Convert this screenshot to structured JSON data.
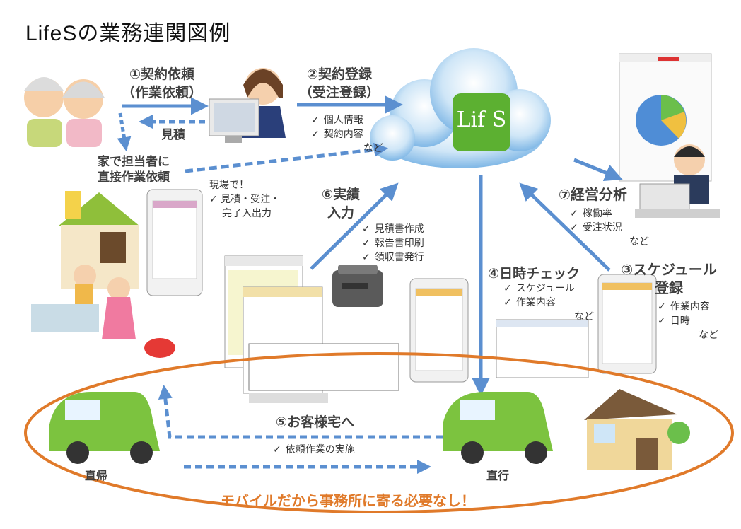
{
  "title": "LifeSの業務連関図例",
  "cloud_logo": {
    "text": "Lif S"
  },
  "steps": {
    "s1": {
      "line1": "①契約依頼",
      "line2": "（作業依頼）"
    },
    "s2": {
      "line1": "②契約登録",
      "line2": "（受注登録）"
    },
    "s3": {
      "line1": "③スケジュール",
      "line2": "登録"
    },
    "s4": {
      "label": "④日時チェック"
    },
    "s5": {
      "label": "⑤お客様宅へ"
    },
    "s6": {
      "line1": "⑥実績",
      "line2": "入力"
    },
    "s7": {
      "label": "⑦経営分析"
    }
  },
  "quote_label": "見積",
  "direct_request": {
    "line1": "家で担当者に",
    "line2": "直接作業依頼"
  },
  "onsite": {
    "line1": "現場で！",
    "line2": "✓ 見積・受注・",
    "line3": "完了入出力"
  },
  "notes": {
    "s2": [
      "個人情報",
      "契約内容"
    ],
    "s2_more": "など",
    "s6": [
      "見積書作成",
      "報告書印刷",
      "領収書発行"
    ],
    "s4": [
      "スケジュール",
      "作業内容"
    ],
    "s4_more": "など",
    "s3": [
      "作業内容",
      "日時"
    ],
    "s3_more": "など",
    "s7": [
      "稼働率",
      "受注状況"
    ],
    "s7_more": "など",
    "s5": "依頼作業の実施"
  },
  "car_left_label": "直帰",
  "car_right_label": "直行",
  "banner": "モバイルだから事務所に寄る必要なし！",
  "colors": {
    "arrow": "#5b8fd0",
    "accent": "#e07a2a",
    "logo": "#5cb031",
    "car": "#7cc33f"
  }
}
